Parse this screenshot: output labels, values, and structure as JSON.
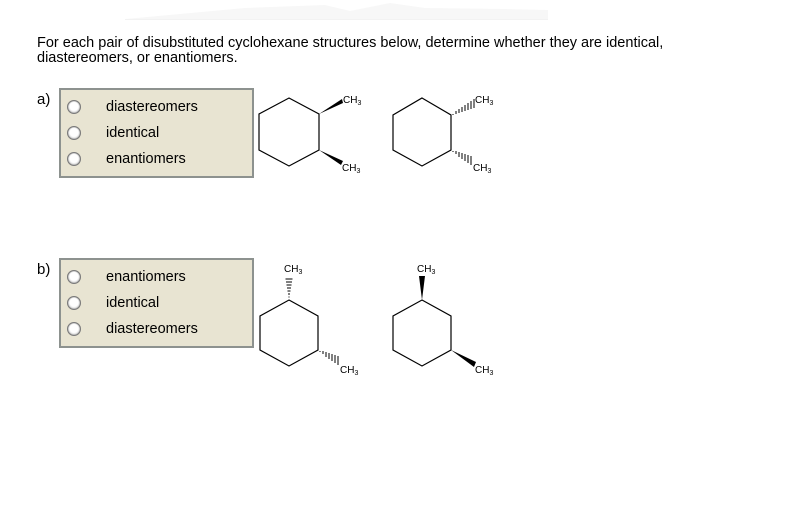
{
  "prompt": "For each pair of disubstituted cyclohexane structures below, determine whether they are identical, diastereomers, or enantiomers.",
  "questions": [
    {
      "label": "a)",
      "options": [
        "diastereomers",
        "identical",
        "enantiomers"
      ],
      "structures": [
        {
          "name": "cis-1,2-dimethylcyclohexane-wedge-wedge",
          "substituents": [
            "CH3",
            "CH3"
          ],
          "bonds": [
            "wedge",
            "wedge"
          ]
        },
        {
          "name": "cis-1,2-dimethylcyclohexane-hash-hash",
          "substituents": [
            "CH3",
            "CH3"
          ],
          "bonds": [
            "hash",
            "hash"
          ]
        }
      ]
    },
    {
      "label": "b)",
      "options": [
        "enantiomers",
        "identical",
        "diastereomers"
      ],
      "structures": [
        {
          "name": "1,3-dimethylcyclohexane-hash-hash",
          "substituents": [
            "CH3",
            "CH3"
          ],
          "bonds": [
            "hash",
            "hash"
          ]
        },
        {
          "name": "1,3-dimethylcyclohexane-wedge-wedge",
          "substituents": [
            "CH3",
            "CH3"
          ],
          "bonds": [
            "wedge",
            "wedge"
          ]
        }
      ]
    }
  ],
  "labels": {
    "ch3": "CH",
    "sub3": "3"
  },
  "colors": {
    "choice_bg": "#e8e4d2",
    "choice_border": "#8d928f"
  }
}
